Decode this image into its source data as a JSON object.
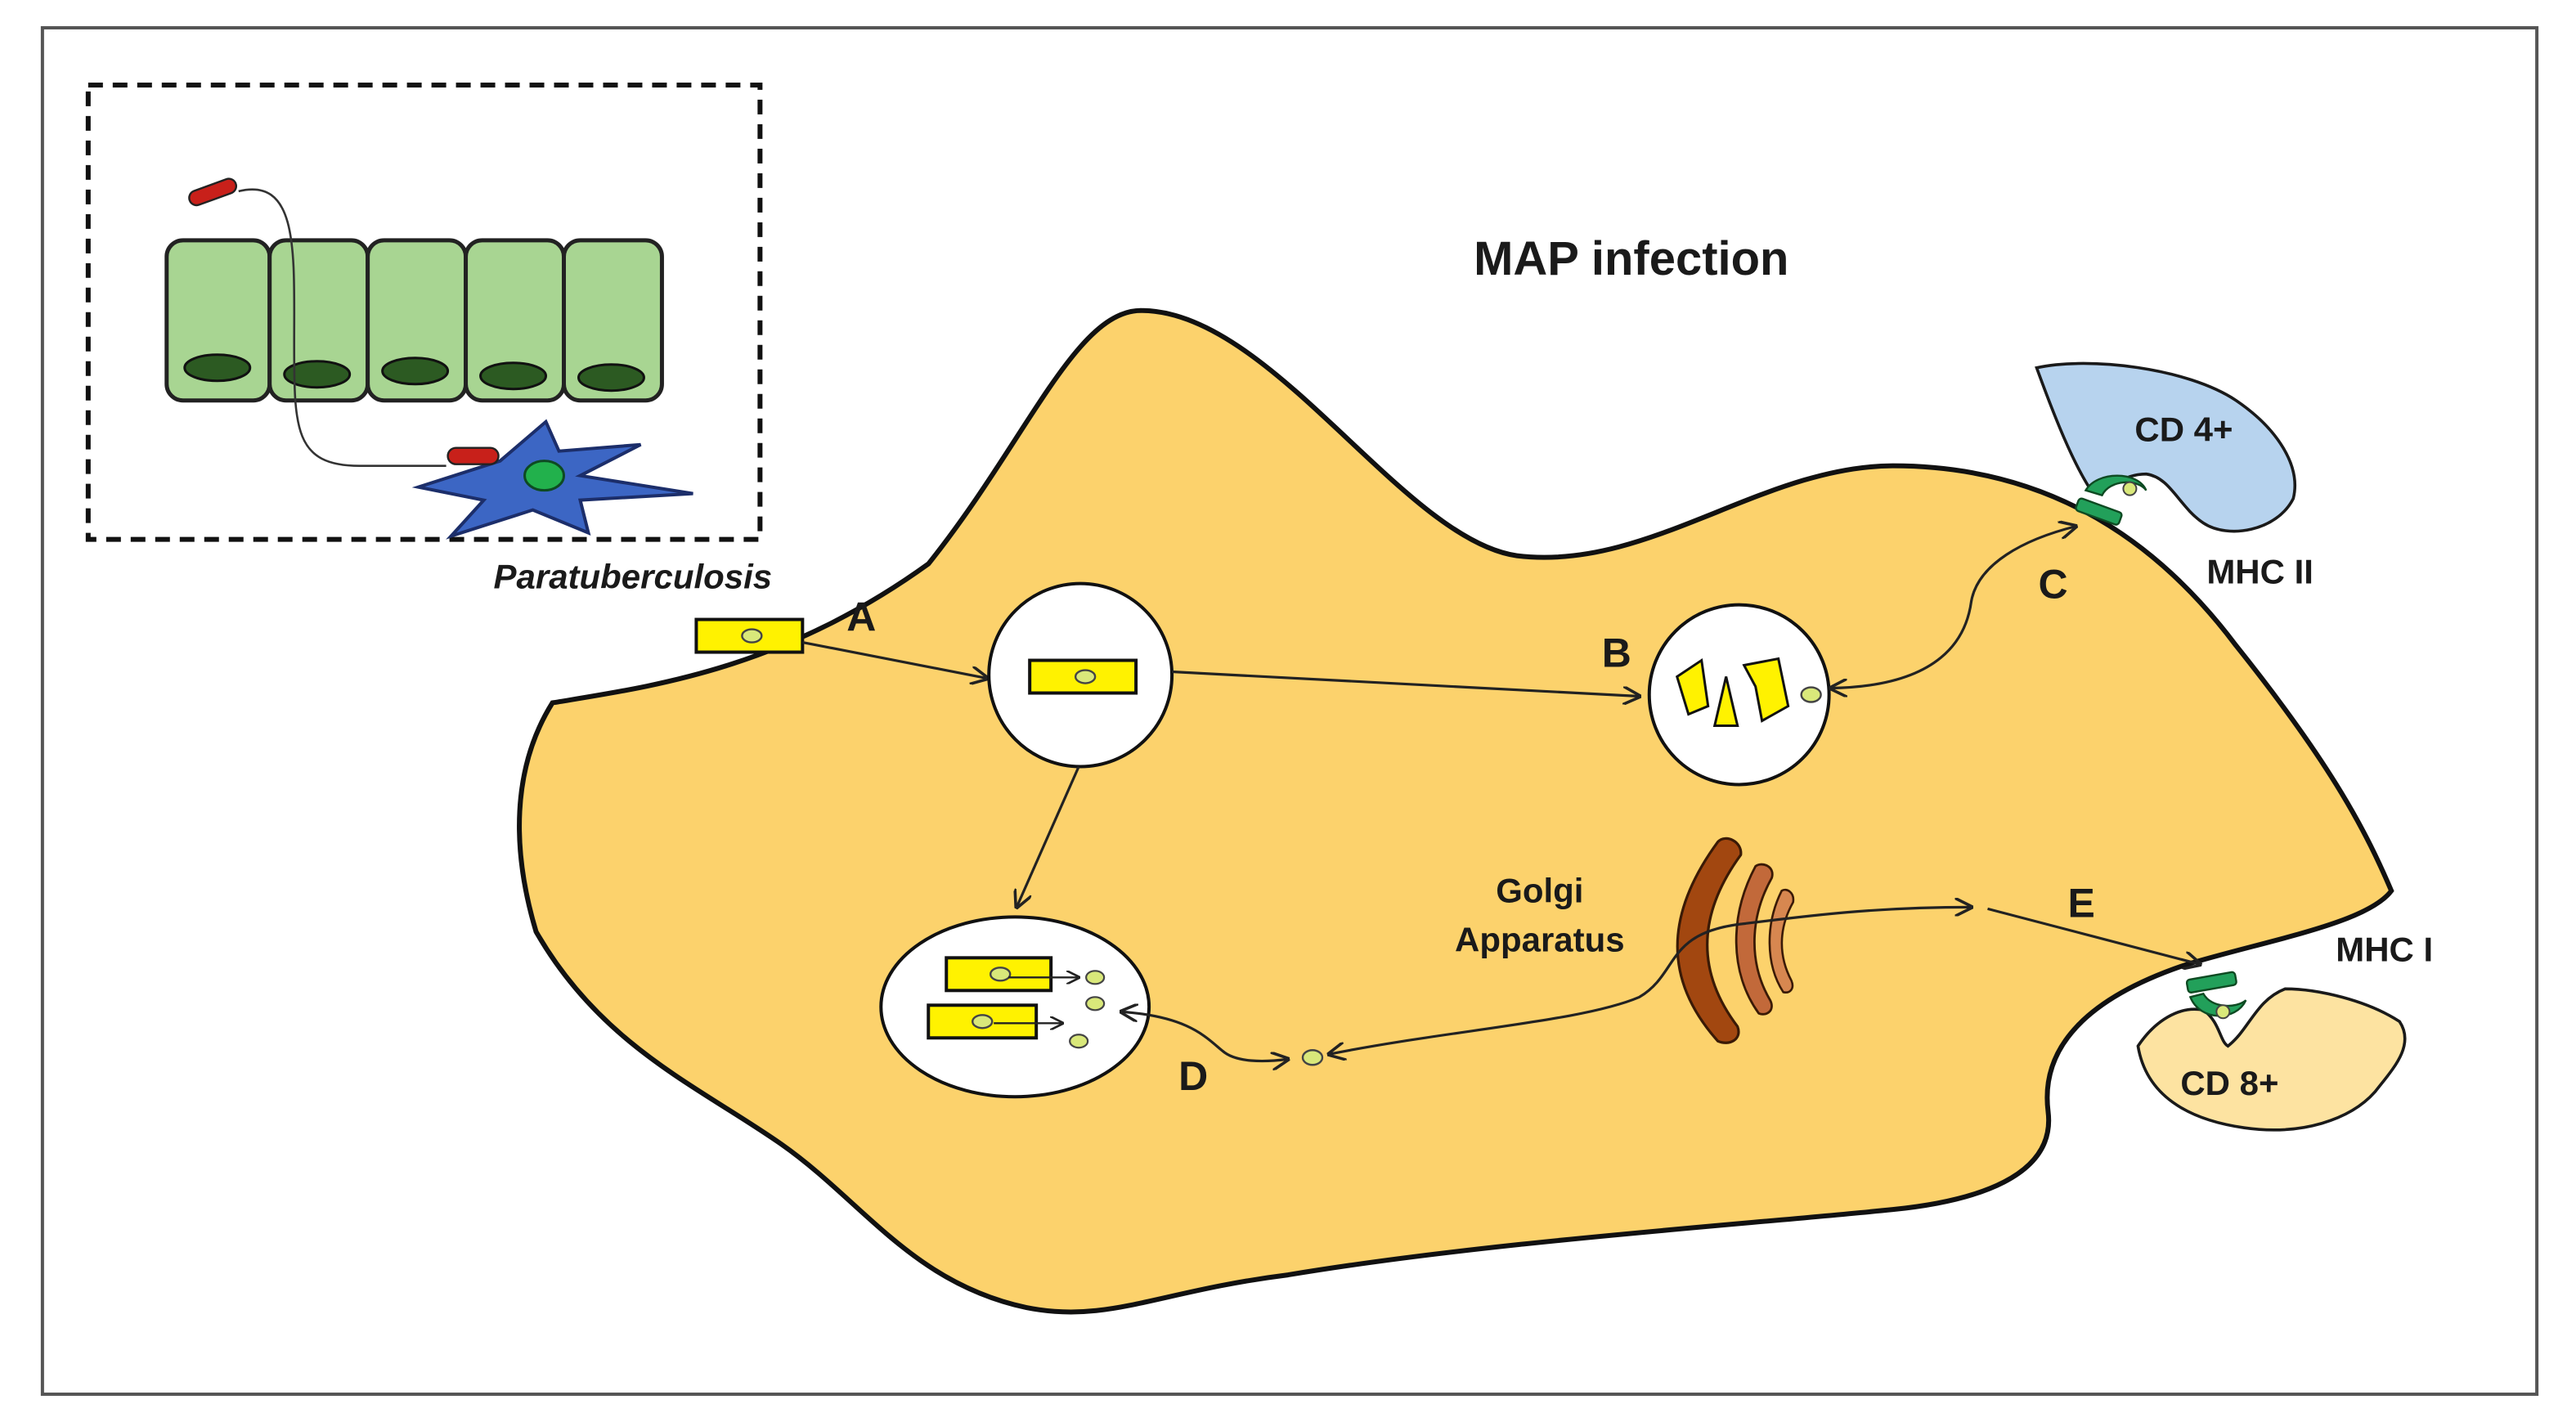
{
  "title": "MAP infection",
  "inset_label": "Paratuberculosis",
  "labels": {
    "a": "A",
    "b": "B",
    "c": "C",
    "d": "D",
    "e": "E"
  },
  "organelles": {
    "golgi_line1": "Golgi",
    "golgi_line2": "Apparatus"
  },
  "receptors": {
    "cd4": "CD 4+",
    "cd8": "CD 8+",
    "mhc2": "MHC II",
    "mhc1": "MHC I"
  },
  "colors": {
    "cell_fill": "#fcd26c",
    "bacterium": "#fff200",
    "epithelium": "#a8d592",
    "epithelium_nucleus": "#2c5a22",
    "dendritic_cell": "#3c66c4",
    "cd4_cell": "#b7d3ee",
    "cd8_cell": "#fde3a1",
    "mhc": "#22a05a",
    "golgi": "#a24710",
    "bacterium_red": "#c8201a"
  }
}
